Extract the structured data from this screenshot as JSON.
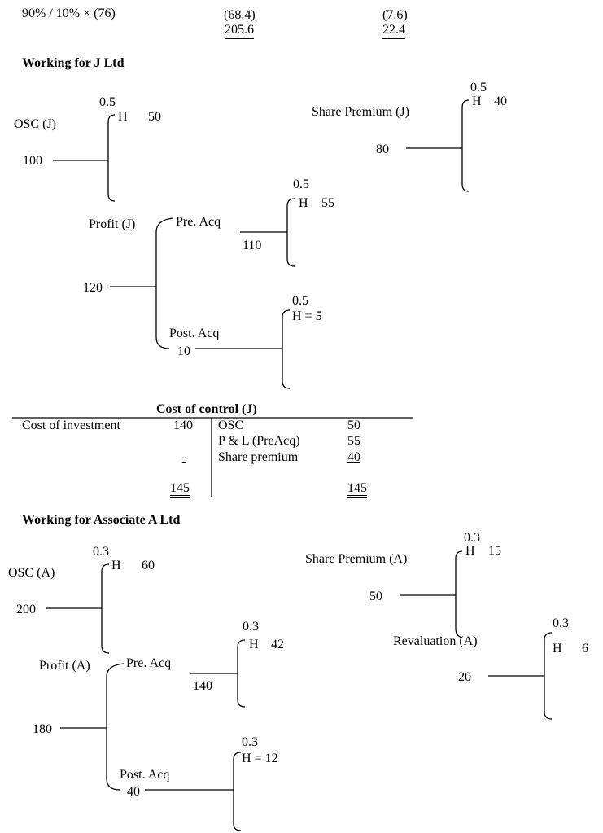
{
  "top_row": {
    "label": "90% / 10% × (76)",
    "col1_value": "(68.4)",
    "col1_total": "205.6",
    "col2_value": "(7.6)",
    "col2_total": "22.4"
  },
  "j_ltd": {
    "heading": "Working for J Ltd",
    "osc": {
      "label": "OSC (J)",
      "total": "100",
      "ratio": "0.5",
      "h_label": "H",
      "h_value": "50"
    },
    "share_premium": {
      "label": "Share Premium (J)",
      "total": "80",
      "ratio": "0.5",
      "h_label": "H",
      "h_value": "40"
    },
    "profit": {
      "label": "Profit (J)",
      "total": "120",
      "pre_acq": {
        "label": "Pre. Acq",
        "total": "110",
        "ratio": "0.5",
        "h_label": "H",
        "h_value": "55"
      },
      "post_acq": {
        "label": "Post. Acq",
        "total": "10",
        "ratio": "0.5",
        "h_text": "H = 5"
      }
    }
  },
  "cost_of_control": {
    "title": "Cost of control (J)",
    "debit": [
      {
        "label": "Cost of investment",
        "value": "140"
      },
      {
        "label": "",
        "value": ""
      },
      {
        "label": "",
        "value": "-"
      }
    ],
    "credit": [
      {
        "label": "OSC",
        "value": "50"
      },
      {
        "label": "P & L (PreAcq)",
        "value": "55"
      },
      {
        "label": "Share premium",
        "value": "40"
      }
    ],
    "debit_total": "145",
    "credit_total": "145"
  },
  "a_ltd": {
    "heading": "Working for Associate A Ltd",
    "osc": {
      "label": "OSC (A)",
      "total": "200",
      "ratio": "0.3",
      "h_label": "H",
      "h_value": "60"
    },
    "share_premium": {
      "label": "Share Premium (A)",
      "total": "50",
      "ratio": "0.3",
      "h_label": "H",
      "h_value": "15"
    },
    "revaluation": {
      "label": "Revaluation (A)",
      "total": "20",
      "ratio": "0.3",
      "h_label": "H",
      "h_value": "6"
    },
    "profit": {
      "label": "Profit (A)",
      "total": "180",
      "pre_acq": {
        "label": "Pre. Acq",
        "total": "140",
        "ratio": "0.3",
        "h_label": "H",
        "h_value": "42"
      },
      "post_acq": {
        "label": "Post. Acq",
        "total": "40",
        "ratio": "0.3",
        "h_text": "H = 12"
      }
    }
  }
}
